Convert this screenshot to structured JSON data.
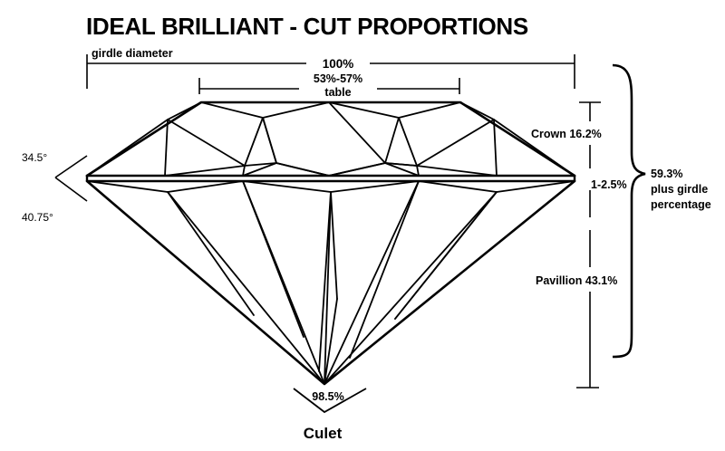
{
  "title": "IDEAL BRILLIANT - CUT PROPORTIONS",
  "labels": {
    "girdle_diameter": "girdle diameter",
    "diameter_pct": "100%",
    "table_range": "53%-57%",
    "table": "table",
    "crown": "Crown  16.2%",
    "girdle": "1-2.5%",
    "total_pct": "59.3%",
    "total_note_1": "plus girdle",
    "total_note_2": "percentage",
    "pavilion": "Pavillion 43.1%",
    "crown_angle": "34.5°",
    "pavilion_angle": "40.75°",
    "culet_angle": "98.5%",
    "culet": "Culet"
  }
}
